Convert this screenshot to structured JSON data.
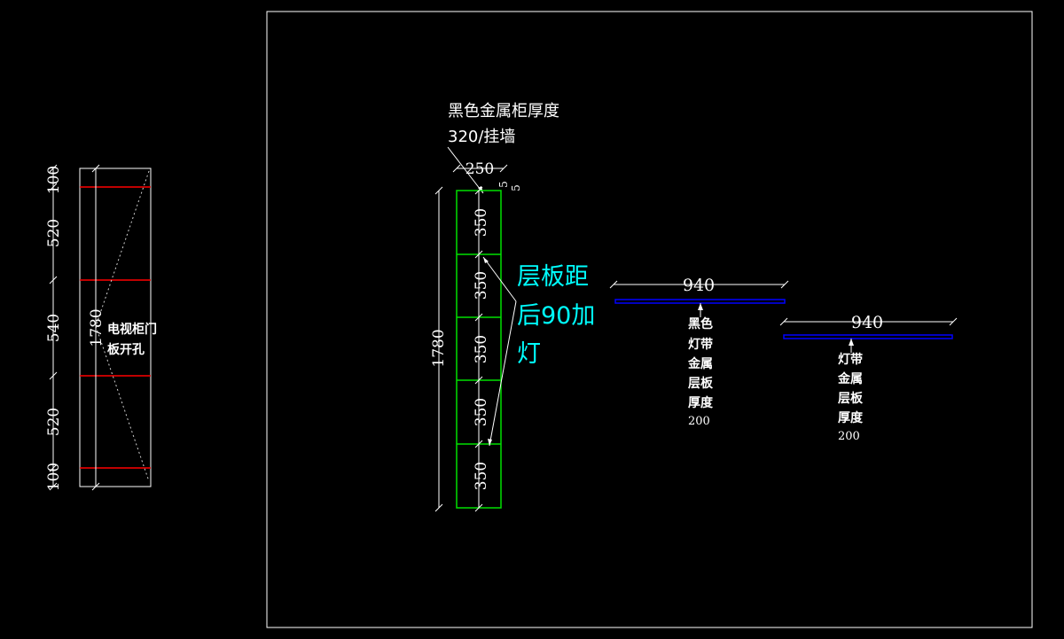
{
  "colors": {
    "background": "#000000",
    "line": "#ffffff",
    "shelf": "#00e000",
    "accent": "#ff0000",
    "note": "#00ffff",
    "strip": "#0000ff"
  },
  "left_panel": {
    "dims": [
      "100",
      "520",
      "540",
      "520",
      "100"
    ],
    "height_label": "1780",
    "label_line1": "电视柜门",
    "label_line2": "板开孔"
  },
  "cabinet": {
    "note_line1": "黑色金属柜厚度",
    "note_line2": "320/挂墙",
    "width_label": "250",
    "edge_label_a": "5",
    "edge_label_b": "5",
    "height_label": "1780",
    "shelf_labels": [
      "350",
      "350",
      "350",
      "350",
      "350"
    ],
    "cyan_line1": "层板距",
    "cyan_line2": "后90加",
    "cyan_line3": "灯"
  },
  "shelf_a": {
    "dim": "940",
    "text": [
      "黑色",
      "灯带",
      "金属",
      "层板",
      "厚度",
      "200"
    ]
  },
  "shelf_b": {
    "dim": "940",
    "text": [
      "灯带",
      "金属",
      "层板",
      "厚度",
      "200"
    ]
  }
}
